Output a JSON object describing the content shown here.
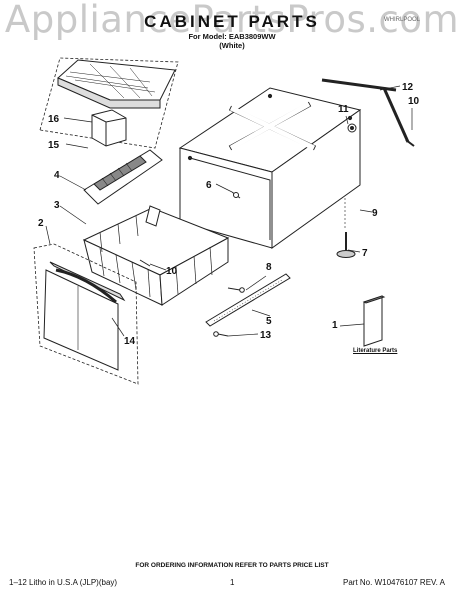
{
  "watermark": "AppliancePartsPros.com",
  "header": {
    "title": "CABINET PARTS",
    "model": "For Model: EAB3809WW",
    "color": "(White)",
    "manufacturer": "WHIRLPOOL"
  },
  "callouts": [
    "1",
    "2",
    "3",
    "4",
    "5",
    "6",
    "7",
    "8",
    "9",
    "10",
    "10",
    "11",
    "12",
    "13",
    "14",
    "15",
    "16"
  ],
  "literature_label": "Literature Parts",
  "footer": {
    "order_note": "FOR ORDERING INFORMATION REFER TO PARTS PRICE LIST",
    "litho": "1–12 Litho in U.S.A (JLP)(bay)",
    "page": "1",
    "part_no": "Part No. W10476107 REV. A"
  }
}
